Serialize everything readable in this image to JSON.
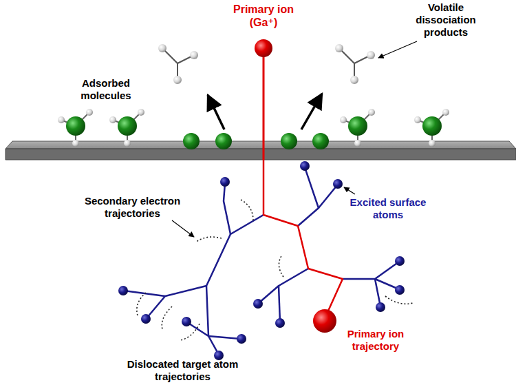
{
  "diagram": {
    "labels": [
      "Primary ion (Ga⁺)",
      "Volatile dissociation products",
      "Adsorbed molecules",
      "Excited surface atoms",
      "Secondary electron trajectories",
      "Primary ion trajectory",
      "Dislocated target atom trajectories"
    ]
  }
}
